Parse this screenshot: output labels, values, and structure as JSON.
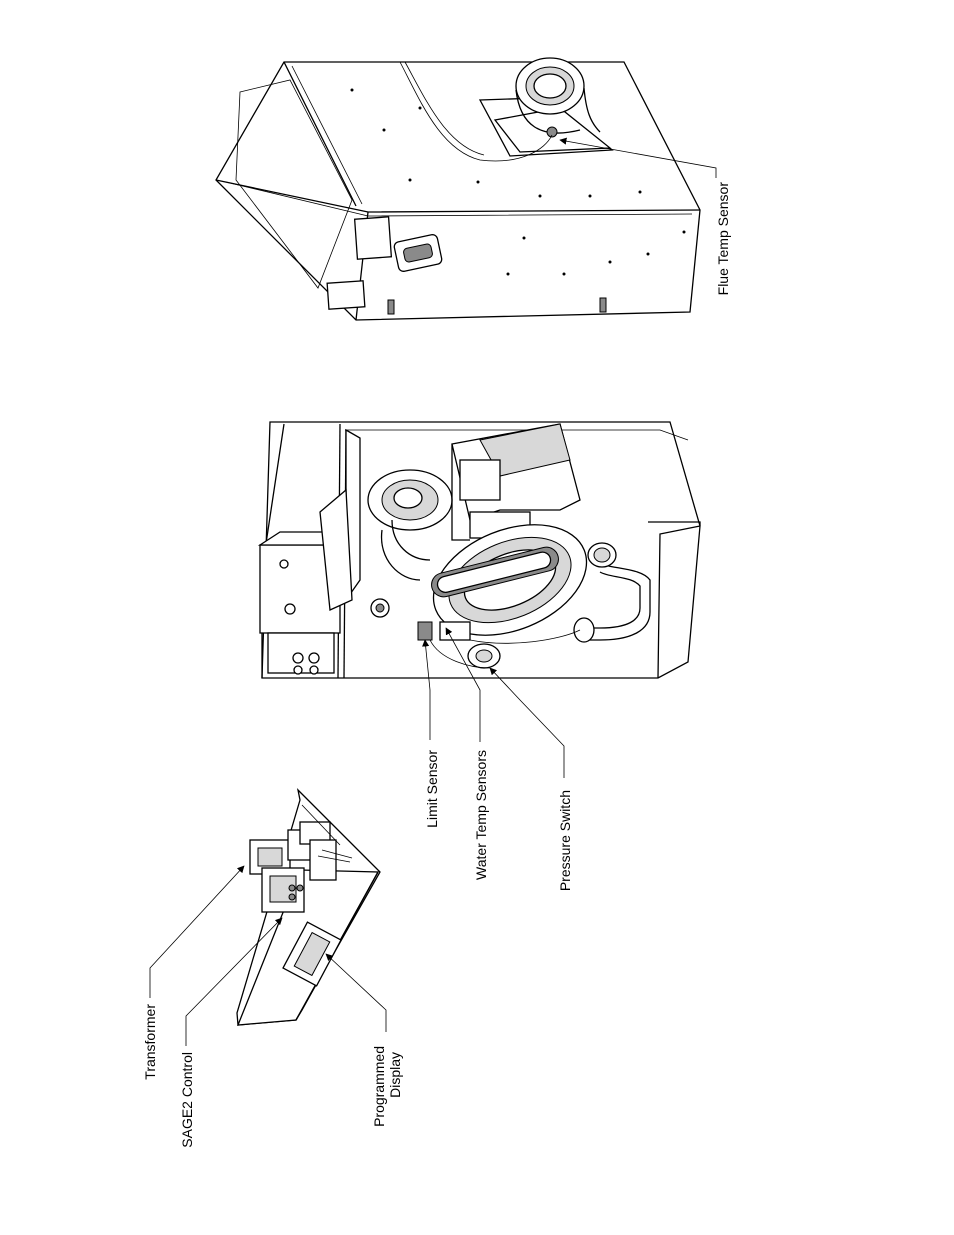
{
  "labels": {
    "transformer": "Transformer",
    "sage2_control": "SAGE2 Control",
    "programmed_display_line1": "Programmed",
    "programmed_display_line2": "Display",
    "limit_sensor": "Limit Sensor",
    "water_temp_sensors": "Water Temp Sensors",
    "pressure_switch": "Pressure Switch",
    "flue_temp_sensor": "Flue Temp Sensor"
  }
}
